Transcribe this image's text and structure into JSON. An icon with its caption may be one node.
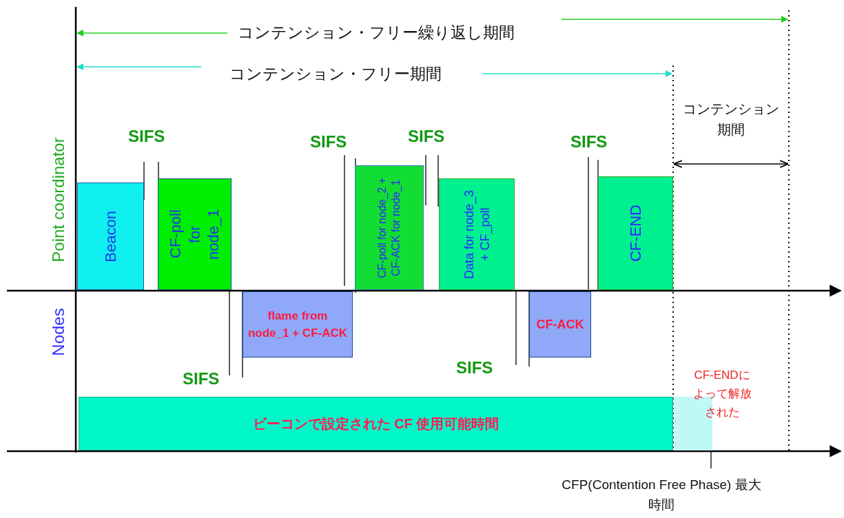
{
  "diagram": {
    "nodes": [
      {
        "text": [
          "Beacon"
        ]
      },
      {
        "text": [
          "CF-poll for node_1"
        ]
      },
      {
        "text": [
          "CF-poll for node_2 + CF-ACK for node_1"
        ]
      },
      {
        "text": [
          "Data for node_3 + CF_poll"
        ]
      },
      {
        "text": [
          "CF-END"
        ]
      },
      {
        "text": [
          "flame from node_1 + CF-ACK"
        ]
      },
      {
        "text": [
          "CF-ACK"
        ]
      },
      {
        "text": [
          "ビーコンで設定された CF 使用可能時間"
        ]
      },
      {
        "text": [],
        "shape": "box"
      }
    ],
    "labels": [
      "コンテンション・フリー繰り返し期間",
      "コンテンション・フリー期間",
      "コンテンション期間",
      "Point coordinator",
      "SIFS",
      "SIFS",
      "SIFS",
      "SIFS",
      "Nodes",
      "SIFS",
      "SIFS",
      "CF-ENDによって解放された",
      "CFP(Contention Free Phase) 最大時間"
    ]
  }
}
